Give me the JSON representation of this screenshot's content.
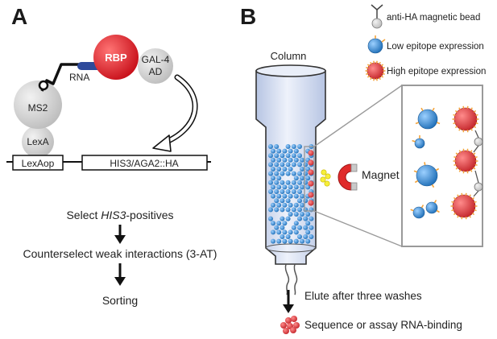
{
  "panel_a": {
    "letter": "A",
    "rbp": "RBP",
    "rna": "RNA",
    "gal4_line1": "GAL-4",
    "gal4_line2": "AD",
    "ms2": "MS2",
    "lexa": "LexA",
    "lexaop": "LexAop",
    "reporter": "HIS3/AGA2::HA",
    "step1_prefix": "Select ",
    "step1_gene": "HIS3",
    "step1_suffix": "-positives",
    "step2": "Counterselect weak interactions (3-AT)",
    "step3": "Sorting"
  },
  "panel_b": {
    "letter": "B",
    "column_label": "Column",
    "magnet_label": "Magnet",
    "legend": [
      {
        "label": "anti-HA magnetic bead",
        "icon": "anti-ha-bead-icon"
      },
      {
        "label": "Low epitope expression",
        "icon": "low-epitope-cell-icon"
      },
      {
        "label": "High epitope expression",
        "icon": "high-epitope-cell-icon"
      }
    ],
    "elute_text": "Elute after three washes",
    "sequence_text": "Sequence or assay RNA-binding"
  },
  "colors": {
    "rbp_red": "#e0232b",
    "linker_blue": "#2e4a9b",
    "protein_grey": "#d9d9d9",
    "column_blue": "#dfe7f5",
    "cell_blue": "#3d8fd6",
    "cell_red": "#e04a4a",
    "epitope_orange": "#f3a33a",
    "magnet_red": "#e02a2a",
    "magnet_yellow": "#f7ef3a"
  }
}
